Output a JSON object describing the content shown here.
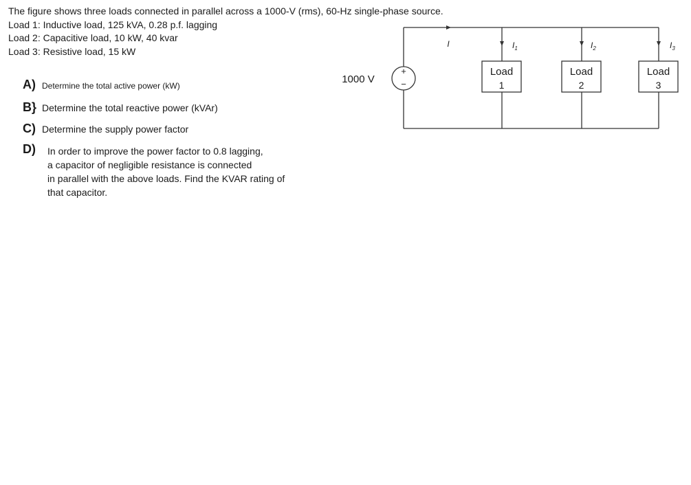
{
  "problem": {
    "intro_lines": [
      "The figure shows three loads connected in parallel across a 1000-V (rms), 60-Hz single-phase source.",
      "Load 1: Inductive load, 125 kVA, 0.28 p.f. lagging",
      "Load 2: Capacitive load, 10 kW, 40 kvar",
      "Load 3: Resistive load, 15 kW"
    ],
    "questions": [
      {
        "letter": "A)",
        "text": "Determine the total active power (kW)"
      },
      {
        "letter": "B}",
        "text": "Determine the total reactive power (kVAr)"
      },
      {
        "letter": "C)",
        "text": "Determine the supply power factor"
      },
      {
        "letter": "D)",
        "lines": [
          "In order to improve the power factor to 0.8 lagging,",
          "a capacitor of negligible resistance is connected",
          "in parallel with the above loads. Find the KVAR rating of",
          "that capacitor."
        ]
      }
    ]
  },
  "circuit": {
    "source_label": "1000 V",
    "source_plus": "+",
    "source_minus": "−",
    "main_current": "I",
    "currents": [
      {
        "base": "I",
        "sub": "1"
      },
      {
        "base": "I",
        "sub": "2"
      },
      {
        "base": "I",
        "sub": "3"
      }
    ],
    "loads": [
      {
        "word": "Load",
        "num": "1"
      },
      {
        "word": "Load",
        "num": "2"
      },
      {
        "word": "Load",
        "num": "3"
      }
    ]
  }
}
